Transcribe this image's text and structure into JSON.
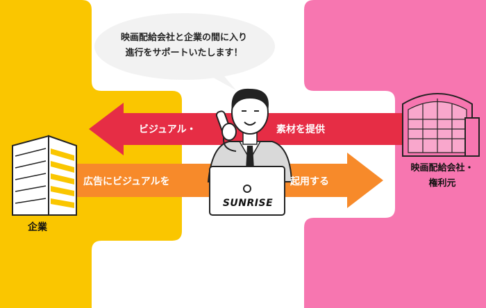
{
  "bubble": {
    "line1": "映画配給会社と企業の間に入り",
    "line2": "進行をサポートいたします！"
  },
  "arrows": {
    "top_left": "ビジュアル・",
    "top_right": "素材を提供",
    "bottom_left": "広告にビジュアルを",
    "bottom_right": "起用する"
  },
  "labels": {
    "company": "企業",
    "distributor_line1": "映画配給会社・",
    "distributor_line2": "権利元"
  },
  "laptop": {
    "logo": "SUNRISE"
  },
  "colors": {
    "company_panel": "#FAC600",
    "distributor_panel": "#F776B0",
    "red_arrow": "#E62D45",
    "orange_arrow": "#F78A2A",
    "bubble_fill": "#F2F2F2"
  }
}
